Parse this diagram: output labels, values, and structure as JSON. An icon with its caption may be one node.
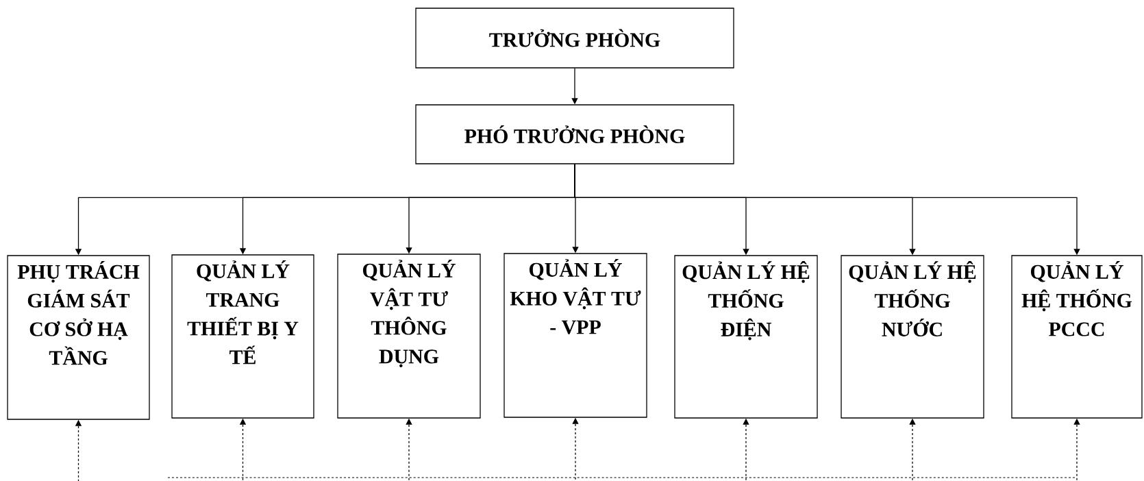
{
  "diagram": {
    "nodes": [
      {
        "text": [
          "TRƯỞNG PHÒNG"
        ]
      },
      {
        "text": [
          "PHÓ TRƯỞNG PHÒNG"
        ]
      },
      {
        "text": [
          "PHỤ TRÁCH GIÁM SÁT CƠ SỞ HẠ TẦNG"
        ]
      },
      {
        "text": [
          "QUẢN LÝ TRANG THIẾT BỊ Y TẾ"
        ]
      },
      {
        "text": [
          "QUẢN LÝ VẬT TƯ THÔNG DỤNG"
        ]
      },
      {
        "text": [
          "QUẢN LÝ KHO VẬT TƯ - VPP"
        ]
      },
      {
        "text": [
          "QUẢN LÝ HỆ THỐNG ĐIỆN"
        ]
      },
      {
        "text": [
          "QUẢN LÝ HỆ THỐNG NƯỚC"
        ]
      },
      {
        "text": [
          "QUẢN LÝ HỆ THỐNG PCCC"
        ]
      }
    ],
    "edges": [
      {
        "from": 0,
        "to": 1,
        "arrow": "to"
      },
      {
        "from": 1,
        "to": 2,
        "arrow": "to"
      },
      {
        "from": 1,
        "to": 3,
        "arrow": "to"
      },
      {
        "from": 1,
        "to": 4,
        "arrow": "to"
      },
      {
        "from": 1,
        "to": 5,
        "arrow": "to"
      },
      {
        "from": 1,
        "to": 6,
        "arrow": "to"
      },
      {
        "from": 1,
        "to": 7,
        "arrow": "to"
      },
      {
        "from": 1,
        "to": 8,
        "arrow": "to"
      },
      {
        "from": null,
        "to": 2,
        "arrow": "to",
        "style": "dashed"
      },
      {
        "from": null,
        "to": 3,
        "arrow": "to",
        "style": "dashed"
      },
      {
        "from": null,
        "to": 4,
        "arrow": "to",
        "style": "dashed"
      },
      {
        "from": null,
        "to": 5,
        "arrow": "to",
        "style": "dashed"
      },
      {
        "from": null,
        "to": 6,
        "arrow": "to",
        "style": "dashed"
      },
      {
        "from": null,
        "to": 7,
        "arrow": "to",
        "style": "dashed"
      },
      {
        "from": null,
        "to": 8,
        "arrow": "to",
        "style": "dashed"
      }
    ]
  }
}
